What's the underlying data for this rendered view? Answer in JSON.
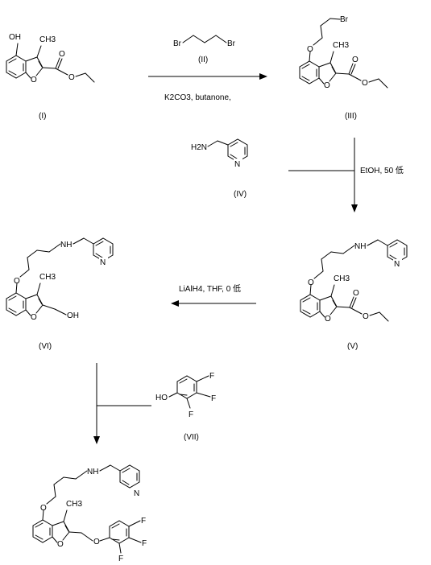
{
  "compounds": {
    "I": {
      "label": "(I)",
      "atoms": {
        "oh": "OH",
        "me": "CH3",
        "o_ring": "O",
        "o_carb": "O",
        "o_ester": "O"
      }
    },
    "II": {
      "label": "(II)",
      "atoms": {
        "br1": "Br",
        "br2": "Br"
      }
    },
    "III": {
      "label": "(III)",
      "atoms": {
        "br": "Br",
        "o_ether": "O",
        "me": "CH3",
        "o_ring": "O",
        "o_carb": "O",
        "o_ester": "O"
      }
    },
    "IV": {
      "label": "(IV)",
      "atoms": {
        "nh2": "H2N",
        "n_py": "N"
      }
    },
    "V": {
      "label": "(V)",
      "atoms": {
        "nh": "NH",
        "n_py": "N",
        "o_ether": "O",
        "me": "CH3",
        "o_ring": "O",
        "o_carb": "O",
        "o_ester": "O"
      }
    },
    "VI": {
      "label": "(VI)",
      "atoms": {
        "nh": "NH",
        "n_py": "N",
        "o_ether": "O",
        "me": "CH3",
        "o_ring": "O",
        "oh": "OH"
      }
    },
    "VII": {
      "label": "(VII)",
      "atoms": {
        "ho": "HO",
        "f1": "F",
        "f2": "F",
        "f3": "F"
      }
    },
    "product": {
      "atoms": {
        "nh": "NH",
        "n_py": "N",
        "o_ether": "O",
        "me": "CH3",
        "o_ring": "O",
        "o_link": "O",
        "f1": "F",
        "f2": "F",
        "f3": "F"
      }
    }
  },
  "conditions": {
    "step1": "K2CO3, butanone,",
    "step2": "EtOH, 50 低",
    "step3": "LiAlH4, THF, 0 低"
  }
}
